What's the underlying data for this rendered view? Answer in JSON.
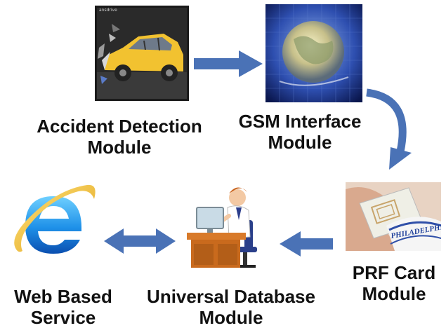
{
  "modules": {
    "accident": {
      "line1": "Accident Detection",
      "line2": "Module",
      "photo_caption": "ansdrive"
    },
    "gsm": {
      "line1": "GSM Interface",
      "line2": "Module"
    },
    "prf": {
      "line1": "PRF Card",
      "line2": "Module",
      "card_brand": "PHILADELPHIA"
    },
    "database": {
      "line1": "Universal Database",
      "line2": "Module"
    },
    "web": {
      "line1": "Web Based",
      "line2": "Service"
    }
  },
  "colors": {
    "arrow": "#4a72b6",
    "browser_blue": "#1e90e8",
    "car_yellow": "#f2c230"
  }
}
